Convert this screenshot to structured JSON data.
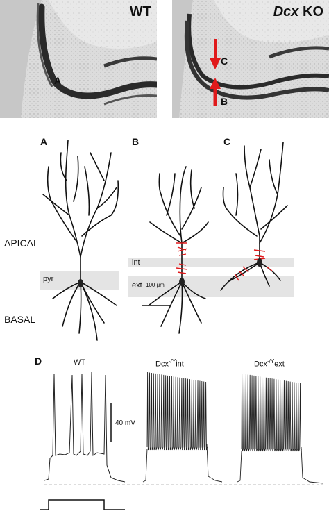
{
  "top_panels": {
    "wt": {
      "label": "WT",
      "point_label": "A"
    },
    "ko": {
      "gene_label": "Dcx",
      "suffix_label": " KO",
      "label_c": "C",
      "label_b": "B"
    }
  },
  "reconstructions": {
    "panel_labels": [
      "A",
      "B",
      "C"
    ],
    "scale_bar": "100 μm",
    "apical": "APICAL",
    "basal": "BASAL",
    "pyr": "pyr",
    "int": "int",
    "ext": "ext"
  },
  "traces": {
    "panel_label": "D",
    "wt_title": "WT",
    "dcx_prefix": "Dcx",
    "dcx_superscript": "-/Y",
    "int_suffix": "int",
    "ext_suffix": "ext",
    "voltage_scale": "40 mV"
  },
  "colors": {
    "arrow_red": "#e0191b",
    "spine_red": "#e0191b",
    "band_gray": "#e4e4e4",
    "micrograph_bg": "#d9d9d9"
  }
}
